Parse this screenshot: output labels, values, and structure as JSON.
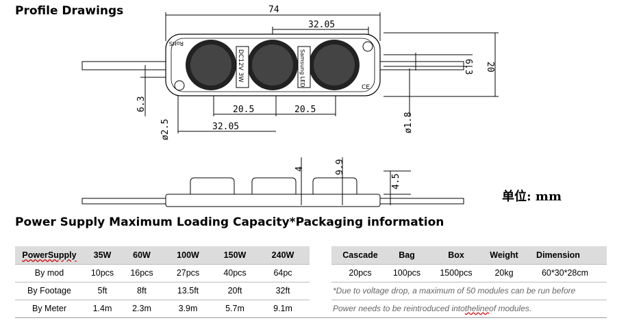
{
  "titles": {
    "profile": "Profile Drawings",
    "power": "Power Supply Maximum Loading Capacity*Packaging information"
  },
  "unit_label": "单位: mm",
  "drawing": {
    "dims": {
      "total_width": "74",
      "pitch_top": "32.05",
      "pitch_bottom": "32.05",
      "gap_left": "20.5",
      "gap_right": "20.5",
      "height": "20",
      "ear_right": "6.3",
      "ear_left": "6.3",
      "hole": "ø2.5",
      "wire": "ø1.8",
      "side_4": "4",
      "side_9_9": "9.9",
      "side_4_5": "4.5"
    },
    "labels": {
      "rohs": "RoHS",
      "voltage": "DC12V 3W",
      "brand": "Samsung LED",
      "ce": "CE"
    }
  },
  "power_table": {
    "headers": [
      "PowerSupply",
      "35W",
      "60W",
      "100W",
      "150W",
      "240W"
    ],
    "rows": [
      [
        "By mod",
        "10pcs",
        "16pcs",
        "27pcs",
        "40pcs",
        "64pc"
      ],
      [
        "By Footage",
        "5ft",
        "8ft",
        "13.5ft",
        "20ft",
        "32ft"
      ],
      [
        "By Meter",
        "1.4m",
        "2.3m",
        "3.9m",
        "5.7m",
        "9.1m"
      ]
    ]
  },
  "pack_table": {
    "headers": [
      "Cascade",
      "Bag",
      "Box",
      "Weight",
      "Dimension"
    ],
    "values": [
      "20pcs",
      "100pcs",
      "1500pcs",
      "20kg",
      "60*30*28cm"
    ],
    "note1": "*Due to voltage drop, a maximum of 50 modules can be run before",
    "note2_a": "Power needs to be reintroduced into ",
    "note2_b": "theline",
    "note2_c": " of modules."
  }
}
